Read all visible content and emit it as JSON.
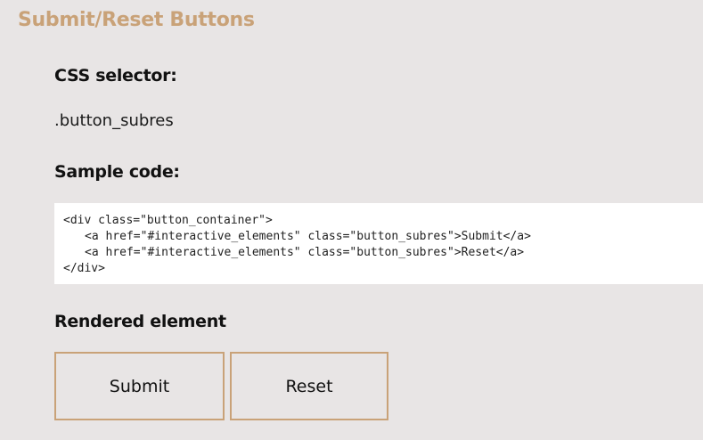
{
  "page": {
    "title": "Submit/Reset Buttons"
  },
  "css_selector": {
    "heading": "CSS selector:",
    "value": ".button_subres"
  },
  "sample_code": {
    "heading": "Sample code:",
    "lines": [
      "<div class=\"button_container\">",
      "<a href=\"#interactive_elements\" class=\"button_subres\">Submit</a>",
      "<a href=\"#interactive_elements\" class=\"button_subres\">Reset</a>",
      "</div>"
    ]
  },
  "rendered": {
    "heading": "Rendered element",
    "submit_label": "Submit",
    "reset_label": "Reset"
  },
  "colors": {
    "accent": "#c9a278",
    "background": "#e8e5e5",
    "code_background": "#ffffff"
  }
}
